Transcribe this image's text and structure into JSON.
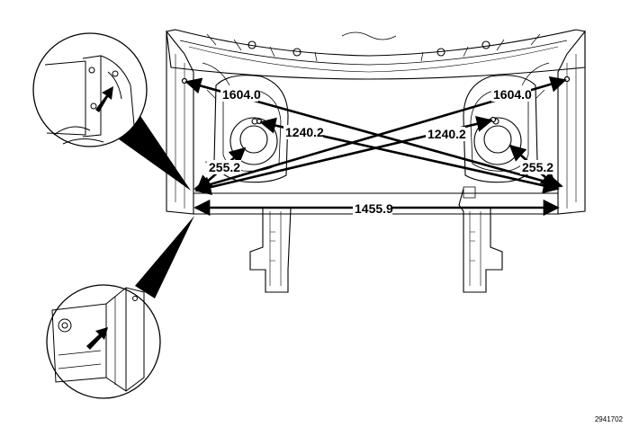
{
  "diagram": {
    "dimensions": [
      {
        "id": "left-diagonal",
        "label": "1604.0"
      },
      {
        "id": "right-diagonal",
        "label": "1604.0"
      },
      {
        "id": "left-mid",
        "label": "1240.2"
      },
      {
        "id": "right-mid",
        "label": "1240.2"
      },
      {
        "id": "left-short",
        "label": "255.2"
      },
      {
        "id": "right-short",
        "label": "255.2"
      },
      {
        "id": "bottom-width",
        "label": "1455.9"
      }
    ],
    "figure_number": "2941702",
    "line_color": "#000000",
    "background": "#ffffff"
  }
}
